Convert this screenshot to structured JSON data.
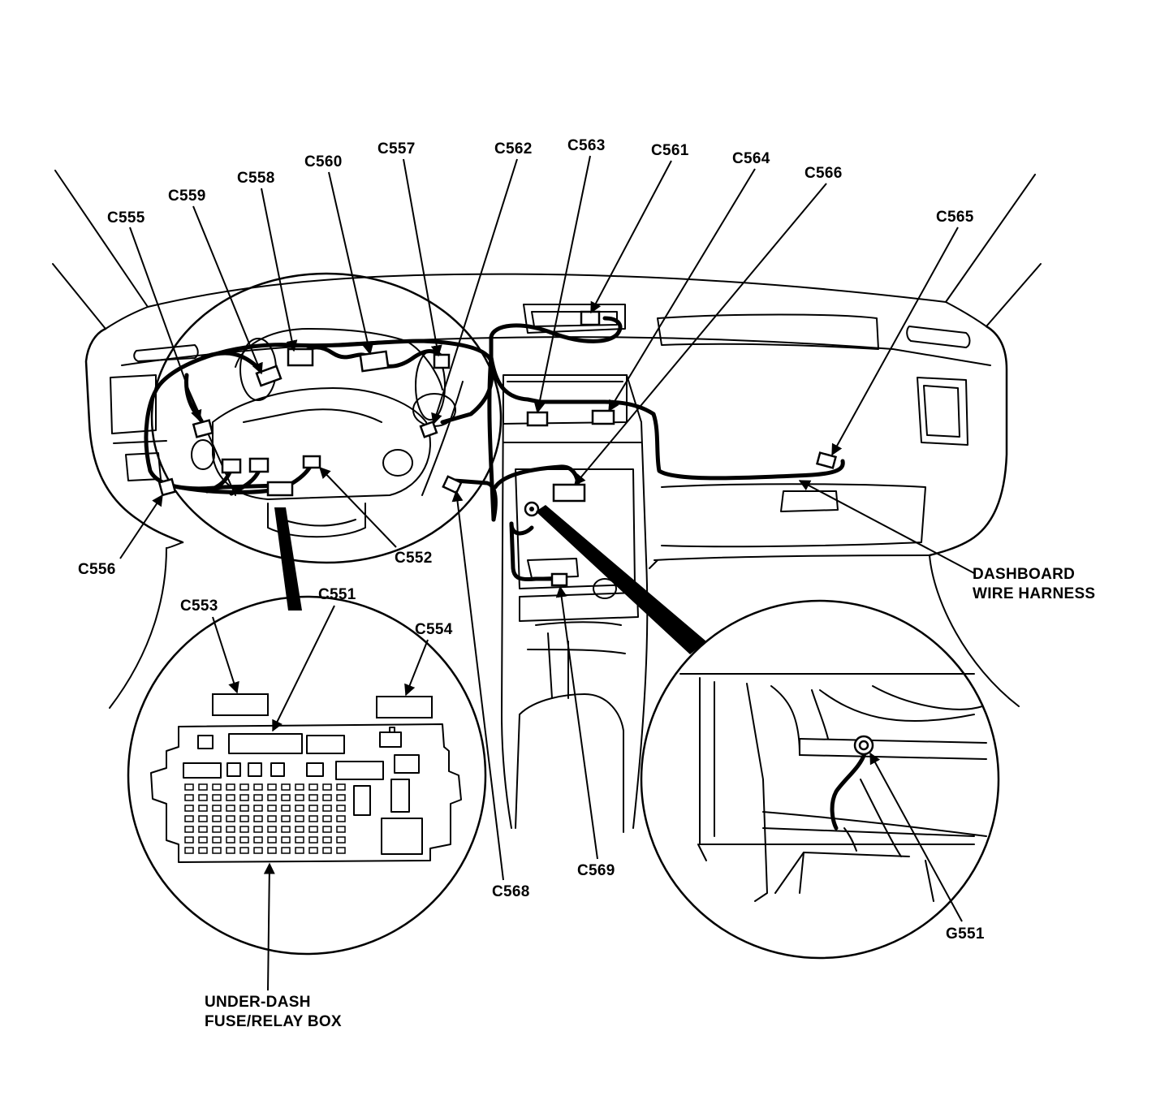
{
  "labels": {
    "c551": "C551",
    "c552": "C552",
    "c553": "C553",
    "c554": "C554",
    "c555": "C555",
    "c556": "C556",
    "c557": "C557",
    "c558": "C558",
    "c559": "C559",
    "c560": "C560",
    "c561": "C561",
    "c562": "C562",
    "c563": "C563",
    "c564": "C564",
    "c565": "C565",
    "c566": "C566",
    "c568": "C568",
    "c569": "C569",
    "g551": "G551",
    "harness_line1": "DASHBOARD",
    "harness_line2": "WIRE HARNESS",
    "fusebox_line1": "UNDER-DASH",
    "fusebox_line2": "FUSE/RELAY BOX"
  }
}
